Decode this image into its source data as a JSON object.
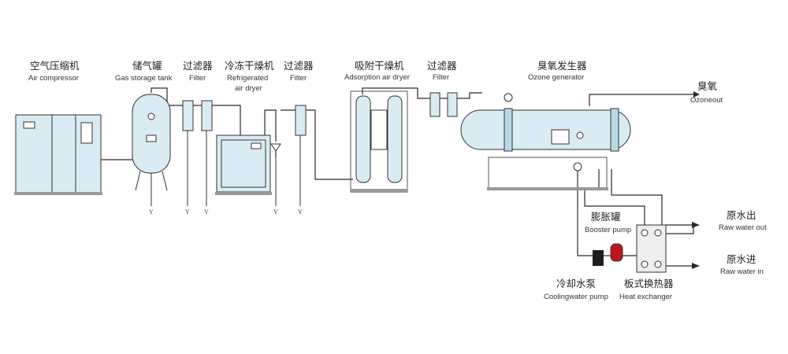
{
  "labels": {
    "air_compressor": {
      "cn": "空气压缩机",
      "en": "Air compressor"
    },
    "gas_storage_tank": {
      "cn": "储气罐",
      "en": "Gas storage tank"
    },
    "filter_1": {
      "cn": "过滤器",
      "en": "Filter"
    },
    "refrigerated_dryer": {
      "cn": "冷冻干燥机",
      "en": "Refrigerated",
      "en2": "air dryer"
    },
    "filter_2": {
      "cn": "过滤器",
      "en": "Filter"
    },
    "adsorption_dryer": {
      "cn": "吸附干燥机",
      "en": "Adsorption  air dryer"
    },
    "filter_3": {
      "cn": "过滤器",
      "en": "Filter"
    },
    "ozone_generator": {
      "cn": "臭氧发生器",
      "en": "Ozone  generator"
    },
    "ozone_out": {
      "cn": "臭氧",
      "en": "Ozoneout"
    },
    "booster_pump": {
      "cn": "膨胀罐",
      "en": "Booster pump"
    },
    "raw_water_out": {
      "cn": "原水出",
      "en": "Raw water out"
    },
    "raw_water_in": {
      "cn": "原水进",
      "en": "Raw water in"
    },
    "cooling_pump": {
      "cn": "冷却水泵",
      "en": "Coolingwater pump"
    },
    "heat_exchanger": {
      "cn": "板式换热器",
      "en": "Heat exchanger"
    }
  },
  "drain_marks": [
    "Y",
    "Y",
    "Y",
    "Y",
    "Y"
  ],
  "colors": {
    "equipment_fill": "#d9ecf3",
    "equipment_dark": "#b9d9e6",
    "pump_red": "#c0151d",
    "pipe": "#2a2a2a"
  }
}
